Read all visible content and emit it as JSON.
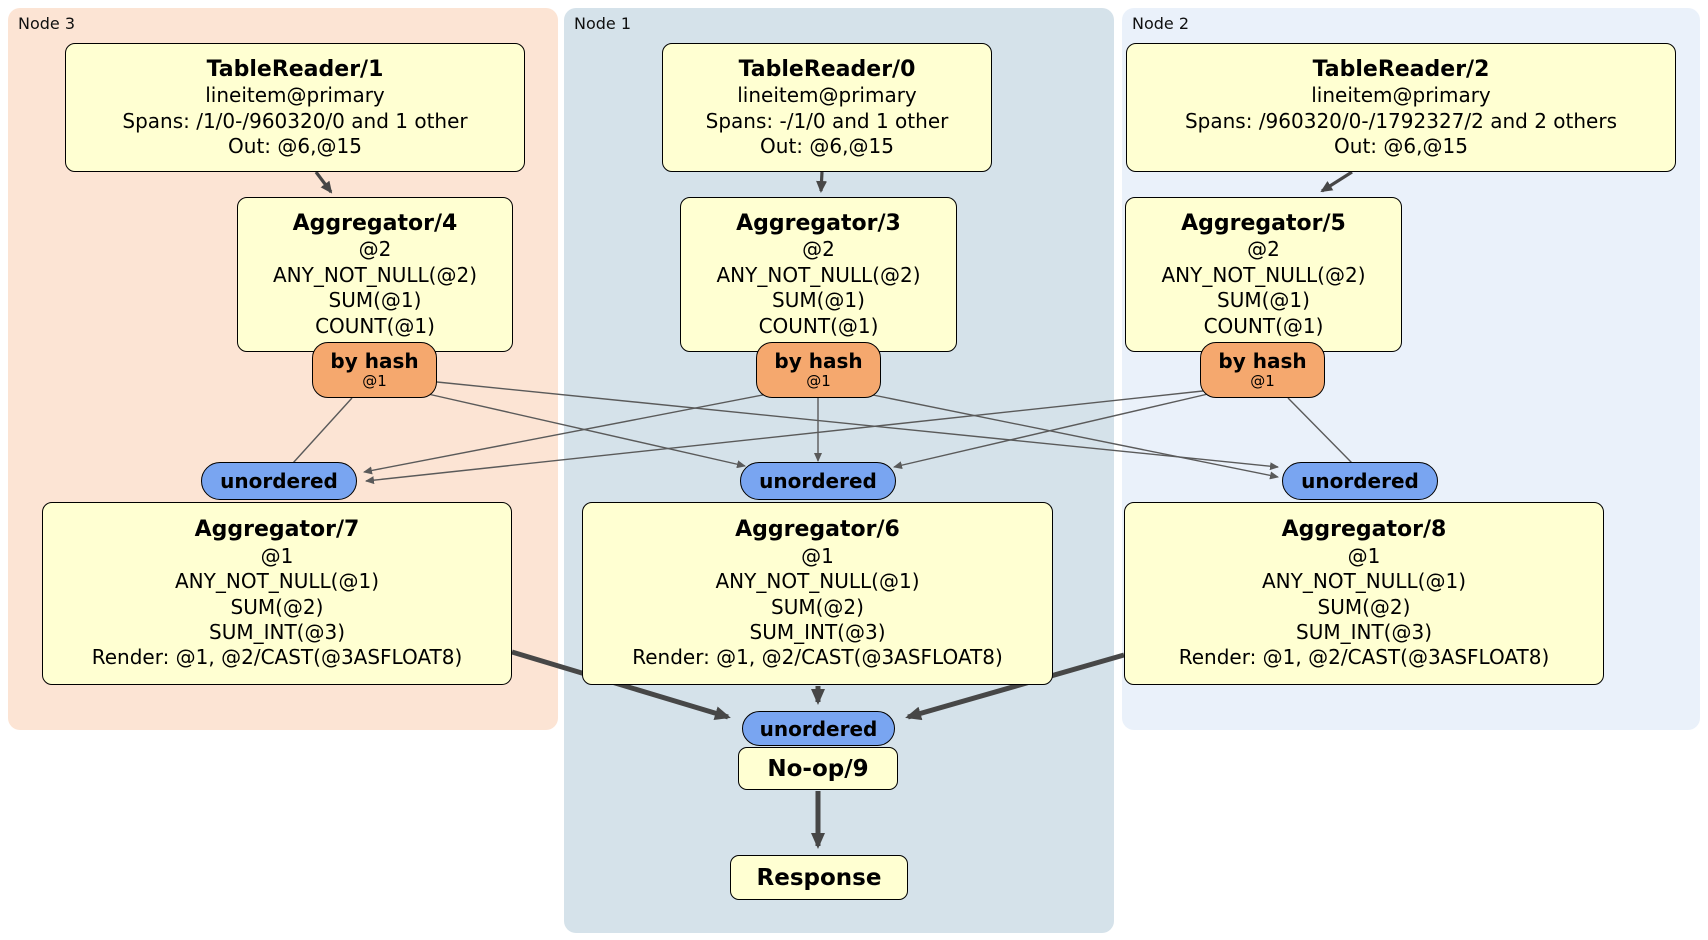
{
  "colors": {
    "page-bg": "#ffffff",
    "panel-node3-bg": "#fce4d4",
    "panel-node1-bg": "#d5e2ea",
    "panel-node2-bg": "#eaf1fa",
    "box-bg": "#ffffd2",
    "box-border": "#000000",
    "router-bg": "#f5a86e",
    "sync-bg": "#79a5f1",
    "edge-thin": "#5a5a5a",
    "edge-thick": "#474747"
  },
  "panels": [
    {
      "label": "Node 3",
      "table_reader": {
        "title": "TableReader/1",
        "lines": [
          "lineitem@primary",
          "Spans: /1/0-/960320/0 and 1 other",
          "Out: @6,@15"
        ]
      },
      "aggregator_top": {
        "title": "Aggregator/4",
        "lines": [
          "@2",
          "ANY_NOT_NULL(@2)",
          "SUM(@1)",
          "COUNT(@1)"
        ]
      },
      "router": {
        "label": "by hash",
        "detail": "@1"
      },
      "sync": {
        "label": "unordered"
      },
      "aggregator_bottom": {
        "title": "Aggregator/7",
        "lines": [
          "@1",
          "ANY_NOT_NULL(@1)",
          "SUM(@2)",
          "SUM_INT(@3)",
          "Render: @1, @2/CAST(@3ASFLOAT8)"
        ]
      }
    },
    {
      "label": "Node 1",
      "table_reader": {
        "title": "TableReader/0",
        "lines": [
          "lineitem@primary",
          "Spans: -/1/0 and 1 other",
          "Out: @6,@15"
        ]
      },
      "aggregator_top": {
        "title": "Aggregator/3",
        "lines": [
          "@2",
          "ANY_NOT_NULL(@2)",
          "SUM(@1)",
          "COUNT(@1)"
        ]
      },
      "router": {
        "label": "by hash",
        "detail": "@1"
      },
      "sync": {
        "label": "unordered"
      },
      "aggregator_bottom": {
        "title": "Aggregator/6",
        "lines": [
          "@1",
          "ANY_NOT_NULL(@1)",
          "SUM(@2)",
          "SUM_INT(@3)",
          "Render: @1, @2/CAST(@3ASFLOAT8)"
        ]
      }
    },
    {
      "label": "Node 2",
      "table_reader": {
        "title": "TableReader/2",
        "lines": [
          "lineitem@primary",
          "Spans: /960320/0-/1792327/2 and 2 others",
          "Out: @6,@15"
        ]
      },
      "aggregator_top": {
        "title": "Aggregator/5",
        "lines": [
          "@2",
          "ANY_NOT_NULL(@2)",
          "SUM(@1)",
          "COUNT(@1)"
        ]
      },
      "router": {
        "label": "by hash",
        "detail": "@1"
      },
      "sync": {
        "label": "unordered"
      },
      "aggregator_bottom": {
        "title": "Aggregator/8",
        "lines": [
          "@1",
          "ANY_NOT_NULL(@1)",
          "SUM(@2)",
          "SUM_INT(@3)",
          "Render: @1, @2/CAST(@3ASFLOAT8)"
        ]
      }
    }
  ],
  "final": {
    "sync": {
      "label": "unordered"
    },
    "noop": {
      "title": "No-op/9"
    },
    "response": {
      "title": "Response"
    }
  }
}
